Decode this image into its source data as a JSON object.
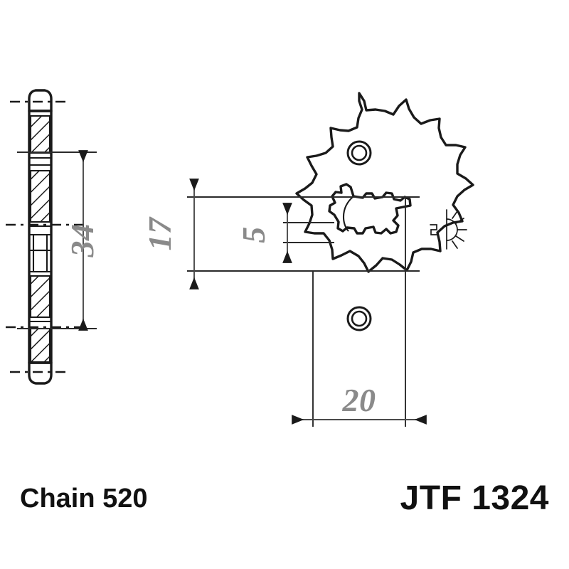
{
  "drawing": {
    "title": "Front sprocket technical drawing",
    "background_color": "#ffffff",
    "line_color": "#1a1a1a",
    "dimension_text_color": "#8a8a8a",
    "caption_color": "#111111"
  },
  "captions": {
    "chain_label": "Chain 520",
    "part_number": "JTF 1324"
  },
  "dimensions": {
    "side_view_height": {
      "value": "34",
      "orientation": "vertical",
      "view": "side-section-view"
    },
    "bore_upper": {
      "value": "17",
      "orientation": "vertical",
      "view": "front-view"
    },
    "keyway_width": {
      "value": "5",
      "orientation": "vertical",
      "view": "front-view"
    },
    "hub_width": {
      "value": "20",
      "orientation": "horizontal",
      "view": "front-view"
    }
  },
  "front_view": {
    "teeth_count": 15,
    "bolt_holes": [
      {
        "position": "top",
        "style": "double-ring"
      },
      {
        "position": "bottom",
        "style": "double-ring"
      }
    ],
    "center_bore": "splined",
    "marker_symbol": "radial-burst-symbol"
  },
  "side_view": {
    "type": "cross-section",
    "hatching": "diagonal",
    "centerlines": 3
  }
}
